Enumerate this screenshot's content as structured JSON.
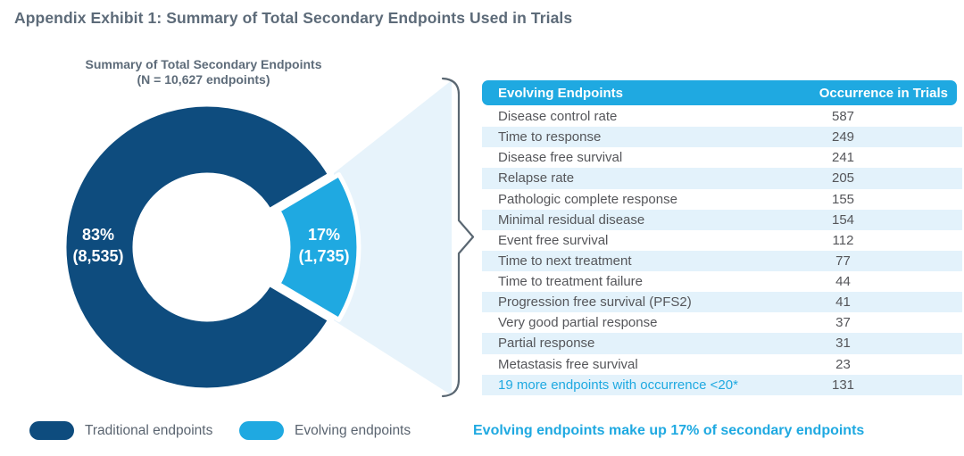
{
  "title": "Appendix Exhibit 1: Summary of Total Secondary Endpoints Used in Trials",
  "callout": "Evolving endpoints make up 17% of secondary endpoints",
  "colors": {
    "navy": "#0E4C7E",
    "sky_blue": "#1FA9E1",
    "beam": "#E7F3FB",
    "row_shade": "#E3F2FB",
    "body_text": "#55565A",
    "heading_text": "#5D6B79",
    "brace": "#5A6772",
    "slice_label_text": "#FFFFFF"
  },
  "chart_data": [
    {
      "type": "pie",
      "variant": "donut",
      "title": "Summary of Total Secondary Endpoints",
      "subtitle": "(N = 10,627 endpoints)",
      "n_total": 10627,
      "legend_position": "bottom-left",
      "slices": [
        {
          "name": "Traditional endpoints",
          "value": 8535,
          "pct": 83,
          "pct_label": "83%",
          "count_label": "(8,535)",
          "color": "#0E4C7E",
          "exploded": false
        },
        {
          "name": "Evolving endpoints",
          "value": 1735,
          "pct": 17,
          "pct_label": "17%",
          "count_label": "(1,735)",
          "color": "#1FA9E1",
          "exploded": true
        }
      ]
    },
    {
      "type": "table",
      "columns": [
        "Evolving Endpoints",
        "Occurrence in Trials"
      ],
      "rows": [
        {
          "label": "Disease control rate",
          "value": 587
        },
        {
          "label": "Time to response",
          "value": 249
        },
        {
          "label": "Disease free survival",
          "value": 241
        },
        {
          "label": "Relapse rate",
          "value": 205
        },
        {
          "label": "Pathologic complete response",
          "value": 155
        },
        {
          "label": "Minimal residual disease",
          "value": 154
        },
        {
          "label": "Event free survival",
          "value": 112
        },
        {
          "label": "Time to next treatment",
          "value": 77
        },
        {
          "label": "Time to treatment failure",
          "value": 44
        },
        {
          "label": "Progression free survival (PFS2)",
          "value": 41
        },
        {
          "label": "Very good partial response",
          "value": 37
        },
        {
          "label": "Partial response",
          "value": 31
        },
        {
          "label": "Metastasis free survival",
          "value": 23
        },
        {
          "label": "19 more endpoints with occurrence <20*",
          "value": 131,
          "accent": true
        }
      ]
    }
  ]
}
